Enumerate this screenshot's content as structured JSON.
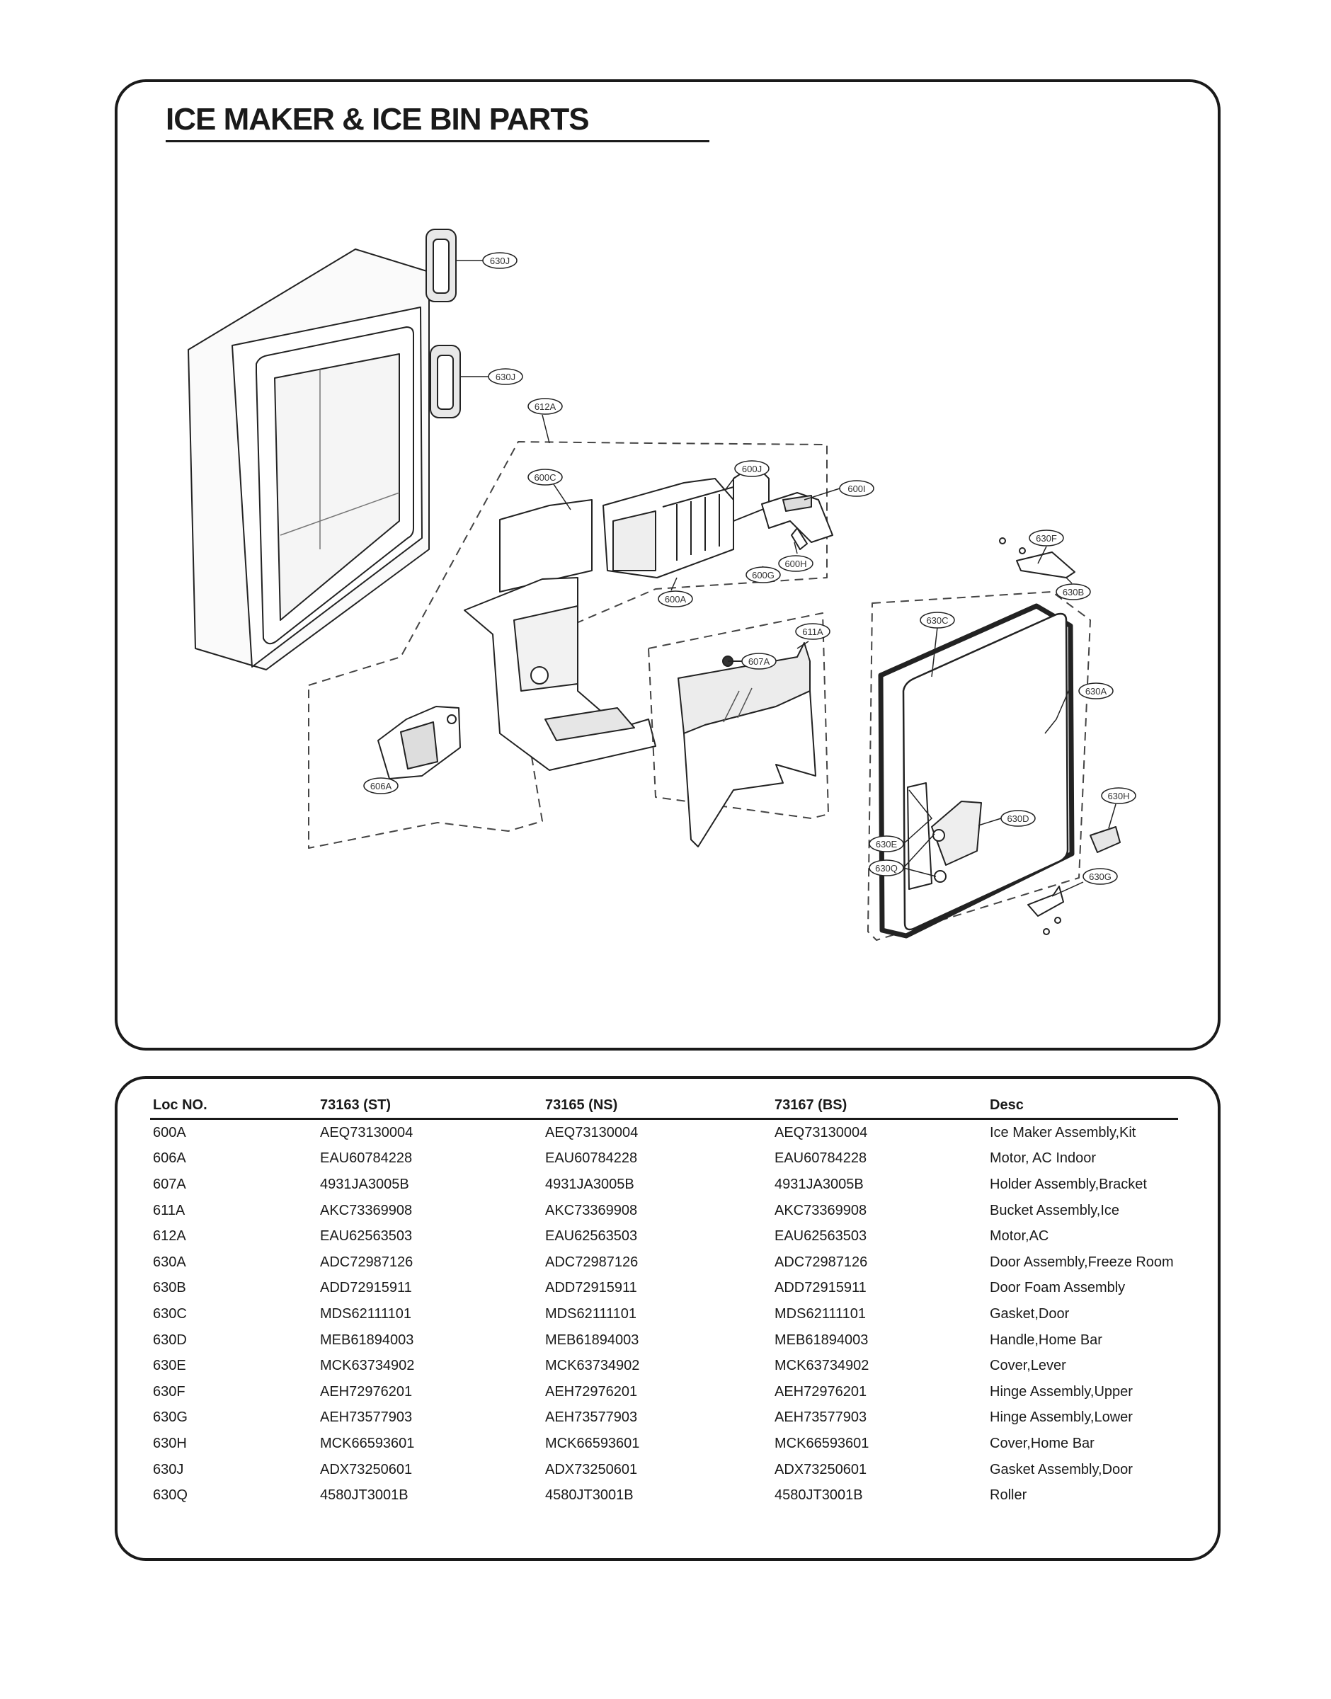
{
  "title": "ICE MAKER & ICE BIN PARTS",
  "callouts": {
    "c630J_a": "630J",
    "c630J_b": "630J",
    "c612A": "612A",
    "c600C": "600C",
    "c600J": "600J",
    "c600I": "600I",
    "c600H": "600H",
    "c600G": "600G",
    "c600A": "600A",
    "c611A": "611A",
    "c607A": "607A",
    "c606A": "606A",
    "c630F": "630F",
    "c630B": "630B",
    "c630C": "630C",
    "c630A": "630A",
    "c630H": "630H",
    "c630D": "630D",
    "c630E": "630E",
    "c630Q": "630Q",
    "c630G": "630G"
  },
  "table": {
    "headers": [
      "Loc NO.",
      "73163 (ST)",
      "73165 (NS)",
      "73167 (BS)",
      "Desc"
    ],
    "rows": [
      [
        "600A",
        "AEQ73130004",
        "AEQ73130004",
        "AEQ73130004",
        "Ice Maker Assembly,Kit"
      ],
      [
        "606A",
        "EAU60784228",
        "EAU60784228",
        "EAU60784228",
        "Motor, AC Indoor"
      ],
      [
        "607A",
        "4931JA3005B",
        "4931JA3005B",
        "4931JA3005B",
        "Holder Assembly,Bracket"
      ],
      [
        "611A",
        "AKC73369908",
        "AKC73369908",
        "AKC73369908",
        "Bucket Assembly,Ice"
      ],
      [
        "612A",
        "EAU62563503",
        "EAU62563503",
        "EAU62563503",
        "Motor,AC"
      ],
      [
        "630A",
        "ADC72987126",
        "ADC72987126",
        "ADC72987126",
        "Door Assembly,Freeze Room"
      ],
      [
        "630B",
        "ADD72915911",
        "ADD72915911",
        "ADD72915911",
        "Door Foam Assembly"
      ],
      [
        "630C",
        "MDS62111101",
        "MDS62111101",
        "MDS62111101",
        "Gasket,Door"
      ],
      [
        "630D",
        "MEB61894003",
        "MEB61894003",
        "MEB61894003",
        "Handle,Home Bar"
      ],
      [
        "630E",
        "MCK63734902",
        "MCK63734902",
        "MCK63734902",
        "Cover,Lever"
      ],
      [
        "630F",
        "AEH72976201",
        "AEH72976201",
        "AEH72976201",
        "Hinge Assembly,Upper"
      ],
      [
        "630G",
        "AEH73577903",
        "AEH73577903",
        "AEH73577903",
        "Hinge Assembly,Lower"
      ],
      [
        "630H",
        "MCK66593601",
        "MCK66593601",
        "MCK66593601",
        "Cover,Home Bar"
      ],
      [
        "630J",
        "ADX73250601",
        "ADX73250601",
        "ADX73250601",
        "Gasket Assembly,Door"
      ],
      [
        "630Q",
        "4580JT3001B",
        "4580JT3001B",
        "4580JT3001B",
        "Roller"
      ]
    ]
  }
}
